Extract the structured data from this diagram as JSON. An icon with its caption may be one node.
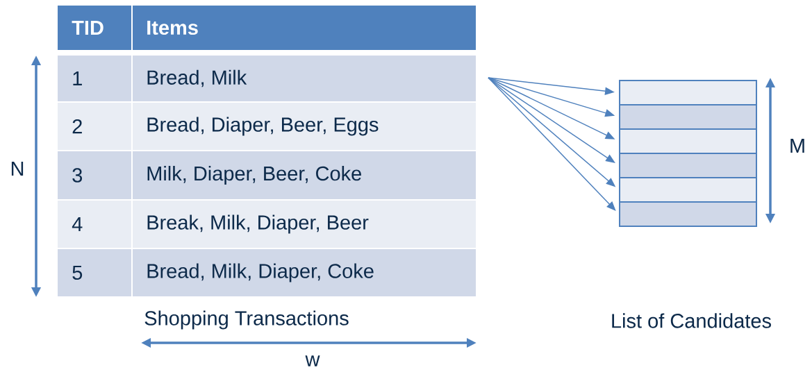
{
  "diagram": {
    "nodes": [
      {
        "text": [],
        "shape": "box"
      },
      {
        "text": [],
        "shape": "box"
      },
      {
        "text": [],
        "shape": "box"
      },
      {
        "text": [],
        "shape": "box"
      },
      {
        "text": [],
        "shape": "box"
      },
      {
        "text": [],
        "shape": "box"
      }
    ],
    "edges": [
      {
        "from": null,
        "to": 0,
        "arrow": "to"
      },
      {
        "from": null,
        "to": 1,
        "arrow": "to"
      },
      {
        "from": null,
        "to": 2,
        "arrow": "to"
      },
      {
        "from": null,
        "to": 3,
        "arrow": "to"
      },
      {
        "from": null,
        "to": 4,
        "arrow": "to"
      },
      {
        "from": null,
        "to": 5,
        "arrow": "to"
      }
    ],
    "labels": [
      "TID",
      "Items",
      "1",
      "Bread, Milk",
      "2",
      "Bread, Diaper, Beer, Eggs",
      "3",
      "Milk, Diaper, Beer, Coke",
      "4",
      "Break, Milk, Diaper, Beer",
      "5",
      "Bread, Milk, Diaper, Coke",
      "N",
      "M",
      "Shopping Transactions",
      "List of Candidates",
      "w"
    ]
  }
}
